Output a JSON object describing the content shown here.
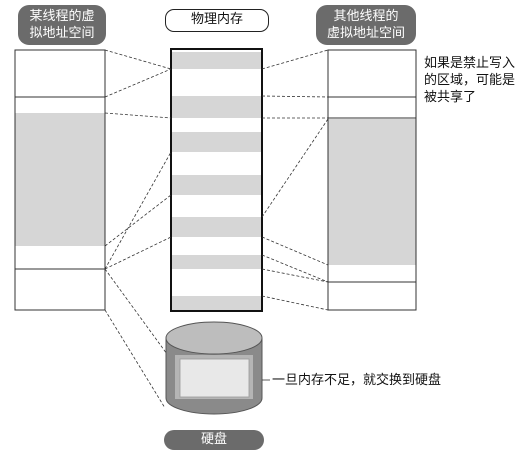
{
  "labels": {
    "left_title": [
      "某线程的虚",
      "拟地址空间"
    ],
    "center_title": "物理内存",
    "right_title": [
      "其他线程的",
      "虚拟地址空间"
    ],
    "shared_note": [
      "如果是禁止写入",
      "的区域，可能是",
      "被共享了"
    ],
    "swap_note": "一旦内存不足，就交换到硬盘",
    "disk_label": "硬盘"
  },
  "colors": {
    "pill_bg": "#6b6b6b",
    "block_fill": "#d6d6d6",
    "line": "#333333"
  },
  "icons": {
    "disk": "hard-disk-cylinder-icon"
  }
}
